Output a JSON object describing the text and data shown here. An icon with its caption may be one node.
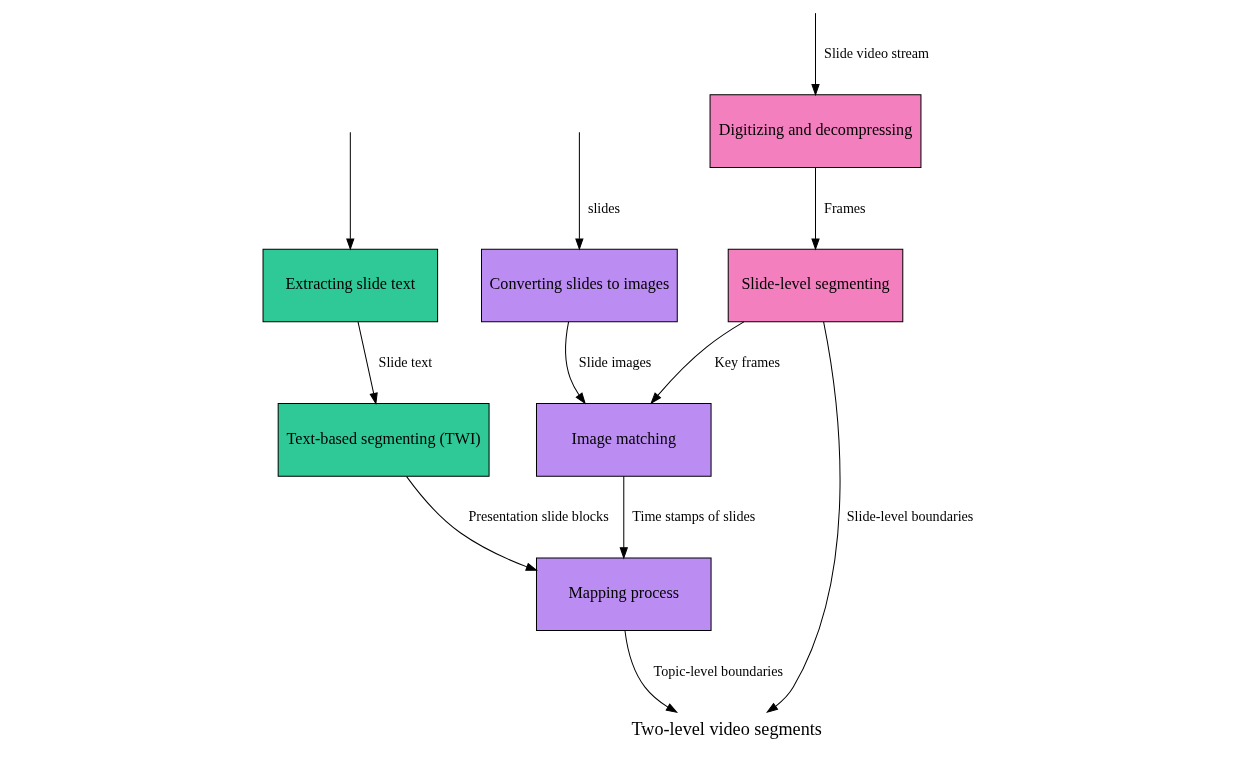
{
  "diagram": {
    "nodes": [
      {
        "text": [
          "Digitizing and decompressing"
        ]
      },
      {
        "text": [
          "Converting slides to images"
        ]
      },
      {
        "text": [
          "Extracting slide text"
        ]
      },
      {
        "text": [
          "Slide-level segmenting"
        ]
      },
      {
        "text": [
          "Image matching"
        ]
      },
      {
        "text": [
          "Text-based segmenting (TWI)"
        ]
      },
      {
        "text": [
          "Mapping process"
        ]
      },
      {
        "text": [
          "Two-level video segments"
        ]
      }
    ],
    "edges": [
      {
        "from": null,
        "to": 0,
        "arrow": "to",
        "label": "Slide video stream"
      },
      {
        "from": null,
        "to": 1,
        "arrow": "to",
        "label": "slides"
      },
      {
        "from": null,
        "to": 2,
        "arrow": "to"
      },
      {
        "from": 0,
        "to": 3,
        "arrow": "to",
        "label": "Frames"
      },
      {
        "from": 1,
        "to": 4,
        "arrow": "to",
        "label": "Slide images"
      },
      {
        "from": 2,
        "to": 5,
        "arrow": "to",
        "label": "Slide text"
      },
      {
        "from": 3,
        "to": 4,
        "arrow": "to",
        "label": "Key frames"
      },
      {
        "from": 4,
        "to": 6,
        "arrow": "to",
        "label": "Time stamps of slides"
      },
      {
        "from": 5,
        "to": 6,
        "arrow": "to",
        "label": "Presentation slide blocks"
      },
      {
        "from": 3,
        "to": 7,
        "arrow": "to",
        "label": "Slide-level boundaries"
      },
      {
        "from": 6,
        "to": 7,
        "arrow": "to",
        "label": "Topic-level boundaries"
      }
    ]
  }
}
